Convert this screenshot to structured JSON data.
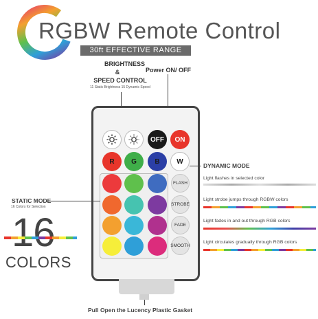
{
  "header": {
    "title": "RGBW Remote Control",
    "range": "30ft EFFECTIVE RANGE"
  },
  "callouts": {
    "brightness": "BRIGHTNESS",
    "amp": "&",
    "speed_control": "SPEED CONTROL",
    "speed_sub": "11 Static Brightness 15 Dynamic Speed",
    "power": "Power ON/ OFF"
  },
  "remote": {
    "top_row": [
      {
        "name": "brightness-up-icon",
        "label": "",
        "bg": "#ffffff"
      },
      {
        "name": "brightness-down-icon",
        "label": "",
        "bg": "#ffffff"
      },
      {
        "name": "off-button",
        "label": "OFF",
        "bg": "#1a1a1a"
      },
      {
        "name": "on-button",
        "label": "ON",
        "bg": "#e8352b"
      }
    ],
    "rgbw_row": [
      {
        "label": "R",
        "bg": "#e8352b"
      },
      {
        "label": "G",
        "bg": "#3fae49"
      },
      {
        "label": "B",
        "bg": "#2b3fa6"
      },
      {
        "label": "W",
        "bg": "#ffffff"
      }
    ],
    "color_grid": [
      [
        "#ec3a3c",
        "#5fc04c",
        "#3f6cc0"
      ],
      [
        "#f0682e",
        "#46c3b0",
        "#7d3aa0"
      ],
      [
        "#f3a02f",
        "#3ab7d8",
        "#b0318e"
      ],
      [
        "#f6ee3a",
        "#2f9fd8",
        "#dc2c7c"
      ]
    ],
    "mode_buttons": [
      "FLASH",
      "STROBE",
      "FADE",
      "SMOOTH"
    ]
  },
  "dynamic": {
    "title": "DYNAMIC MODE",
    "items": [
      "Light flashes in selected color",
      "Light strobe jumps through RGBW colors",
      "Light fades in and out through RGB colors",
      "Light circulates gradually through RGB colors"
    ]
  },
  "static": {
    "title": "STATIC MODE",
    "subtitle": "16 Colors for Selection",
    "count": "16",
    "colors_label": "COLORS"
  },
  "bottom": {
    "gasket_label": "Pull Open the Lucency Plastic Gasket"
  }
}
